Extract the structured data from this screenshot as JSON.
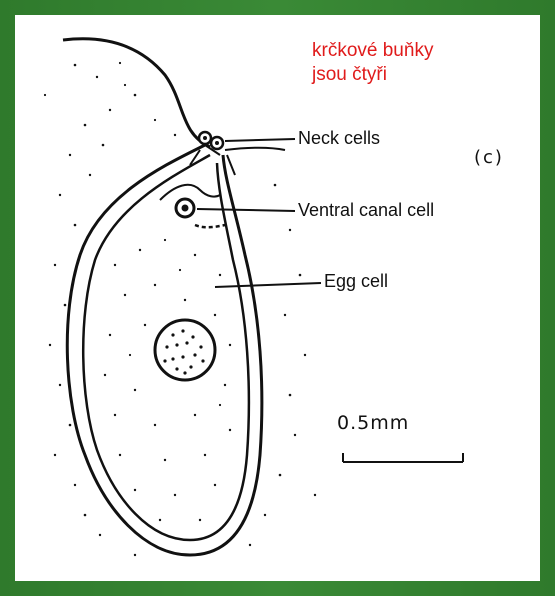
{
  "annotation": {
    "line1": "krčkové buňky",
    "line2": "jsou čtyři"
  },
  "figure_label": "(c)",
  "labels": {
    "neck_cells": "Neck cells",
    "ventral_canal_cell": "Ventral canal cell",
    "egg_cell": "Egg cell"
  },
  "scale_bar": {
    "text": "0.5mm"
  },
  "colors": {
    "frame": "#2e7d32",
    "annotation": "#e01b1b",
    "ink": "#111111"
  }
}
